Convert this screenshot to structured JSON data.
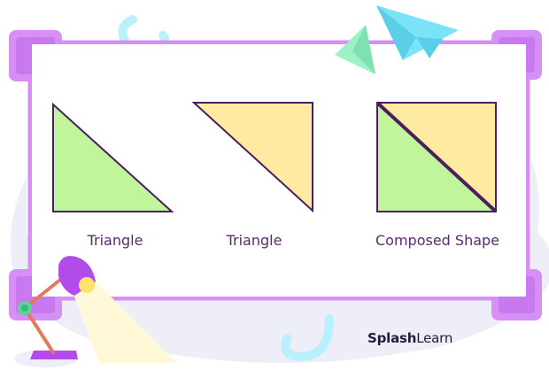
{
  "colors": {
    "frame": "#d58ff5",
    "frame_corner": "#c979f0",
    "backdrop": "#eeeef9",
    "triangle_green": "#c0f59c",
    "triangle_yellow": "#ffeaa1",
    "outline": "#4b1e5e",
    "lamp": "#b34be8",
    "lamp_arm": "#e8795a",
    "lamp_light": "#fff8d9",
    "plane_blue": "#7be3f7",
    "plane_green": "#9cf2c6",
    "swirl": "#b8f0fb"
  },
  "shapes": [
    {
      "label": "Triangle",
      "fill": "green"
    },
    {
      "label": "Triangle",
      "fill": "yellow"
    },
    {
      "label": "Composed Shape",
      "fill": "green+yellow"
    }
  ],
  "brand": {
    "splash": "Splash",
    "learn": "Learn"
  },
  "icons": [
    "paper-plane-icon",
    "desk-lamp-icon",
    "swirl-icon"
  ]
}
